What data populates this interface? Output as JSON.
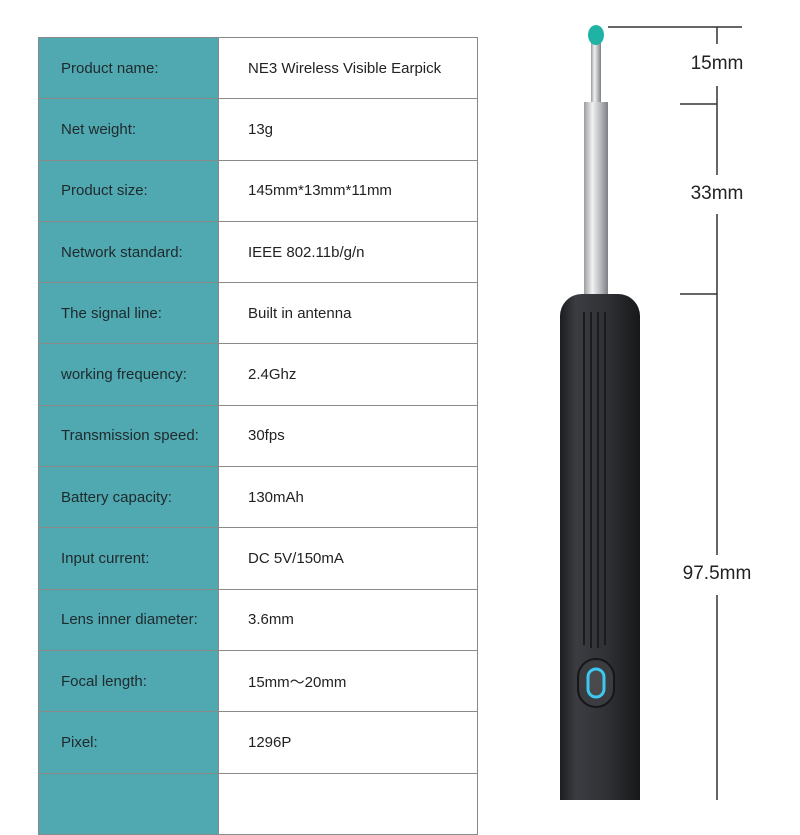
{
  "specs": [
    {
      "label": "Product name:",
      "value": "NE3 Wireless Visible Earpick"
    },
    {
      "label": "Net weight:",
      "value": "13g"
    },
    {
      "label": "Product size:",
      "value": "145mm*13mm*11mm"
    },
    {
      "label": "Network standard:",
      "value": "IEEE 802.11b/g/n"
    },
    {
      "label": "The signal line:",
      "value": "Built in antenna"
    },
    {
      "label": "working frequency:",
      "value": "2.4Ghz"
    },
    {
      "label": "Transmission speed:",
      "value": "30fps"
    },
    {
      "label": "Battery capacity:",
      "value": "130mAh"
    },
    {
      "label": "Input current:",
      "value": "DC 5V/150mA"
    },
    {
      "label": "Lens inner diameter:",
      "value": "3.6mm"
    },
    {
      "label": "Focal length:",
      "value": "15mm～20mm"
    },
    {
      "label": "Pixel:",
      "value": "1296P"
    },
    {
      "label": "",
      "value": ""
    }
  ],
  "dimensions": {
    "tip": "15mm",
    "shaft": "33mm",
    "body": "97.5mm"
  },
  "colors": {
    "teal": "#50a8b1",
    "tip": "#1fb3a6",
    "button_ring": "#3cc8f0",
    "body": "#2d2f33"
  }
}
